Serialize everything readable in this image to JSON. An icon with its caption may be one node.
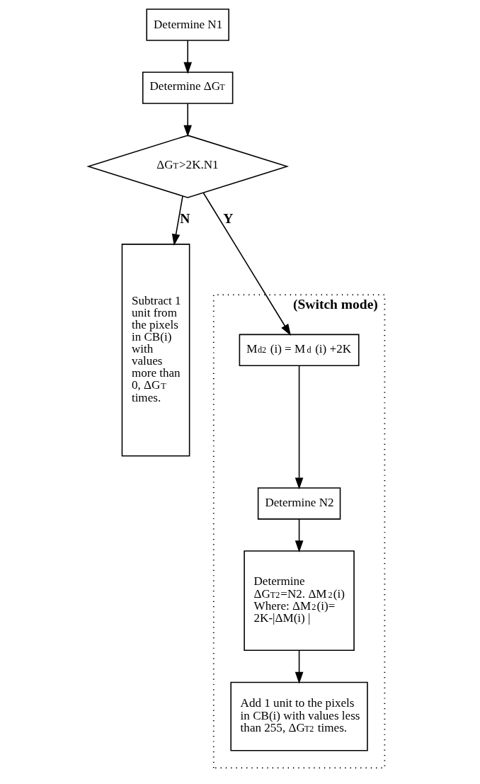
{
  "diagram": {
    "nodes": [
      {
        "text": [
          "Determine N1"
        ]
      },
      {
        "text": [
          "Determine ΔG$_{T}$"
        ]
      },
      {
        "text": [
          "ΔG$_{T}$>2K.N1"
        ]
      },
      {
        "text": [
          "Subtract 1 unit from the pixels in CB(i) with values more than 0, ΔG$_{T}$ times."
        ]
      },
      {
        "text": [
          "(Switch mode)"
        ]
      },
      {
        "text": [
          "M$_{d2}$ (i) = M$_{d}$ (i) +2K"
        ],
        "in": 4
      },
      {
        "text": [
          "Determine N2"
        ],
        "in": 4
      },
      {
        "text": [
          "Determine ΔG$_{T2}$=N2. ΔM$_{2}$(i) Where: ΔM$_{2}$(i)= 2K-|ΔM(i) |"
        ],
        "in": 4
      },
      {
        "text": [
          "Add 1 unit to the pixels in CB(i) with values less than 255, ΔG$_{T2}$ times."
        ],
        "in": 4
      }
    ],
    "edges": [
      {
        "from": 0,
        "to": 1,
        "arrow": "to"
      },
      {
        "from": 1,
        "to": 2,
        "arrow": "to"
      },
      {
        "from": 2,
        "to": 3,
        "arrow": "to",
        "label": "N"
      },
      {
        "from": 2,
        "to": 5,
        "arrow": "to",
        "label": "Y"
      },
      {
        "from": 5,
        "to": 6,
        "arrow": "to"
      },
      {
        "from": 6,
        "to": 7,
        "arrow": "to"
      },
      {
        "from": 7,
        "to": 8,
        "arrow": "to"
      }
    ]
  }
}
